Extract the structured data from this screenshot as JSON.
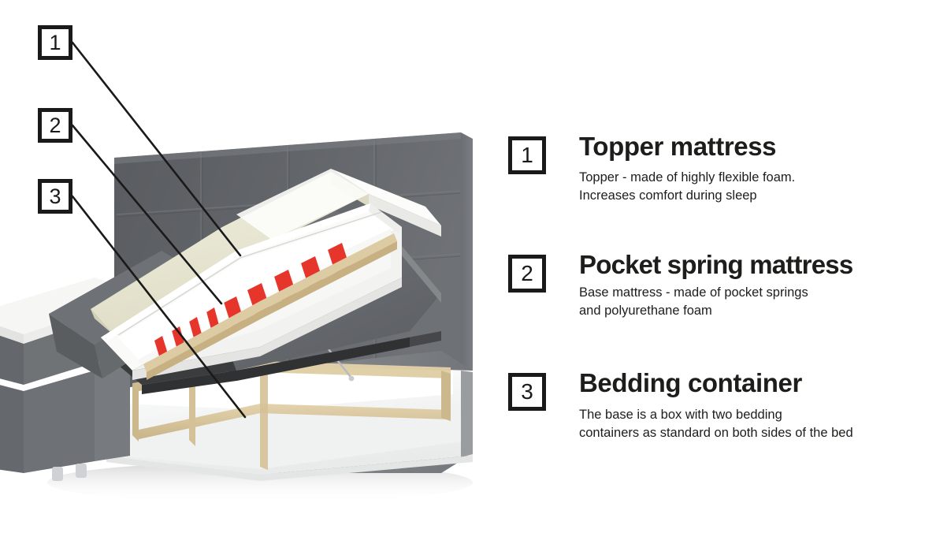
{
  "background_color": "#ffffff",
  "illustration": {
    "alt": "boxspring-bed-cutaway",
    "colors": {
      "headboard": "#5e6165",
      "headboard_dark": "#4e5154",
      "base_grey": "#6a6d70",
      "lid_grey": "#6e7174",
      "lid_side_dark": "#3a3c3e",
      "topper_cream": "#e9e8d4",
      "mattress_white": "#f4f4f2",
      "spring_red": "#e6362c",
      "wood": "#d9c79f",
      "wood_dark": "#c3ae7f",
      "container_white": "#fbfbfb",
      "foot_chrome": "#cfd2d4",
      "shadow": "#d8d8d8",
      "leader_line": "#1a1a1a"
    },
    "callouts": [
      {
        "number": "1",
        "target": "topper-layer"
      },
      {
        "number": "2",
        "target": "pocket-spring-layer"
      },
      {
        "number": "3",
        "target": "bedding-container"
      }
    ]
  },
  "legend": {
    "items": [
      {
        "number": "1",
        "title": "Topper mattress",
        "desc_line1": "Topper - made of highly flexible foam.",
        "desc_line2": "Increases comfort during sleep"
      },
      {
        "number": "2",
        "title": "Pocket spring mattress",
        "desc_line1": "Base mattress - made of pocket springs",
        "desc_line2": "and polyurethane foam"
      },
      {
        "number": "3",
        "title": "Bedding container",
        "desc_line1": "The base is a box with two bedding",
        "desc_line2": "containers as standard on both sides of the bed"
      }
    ]
  }
}
